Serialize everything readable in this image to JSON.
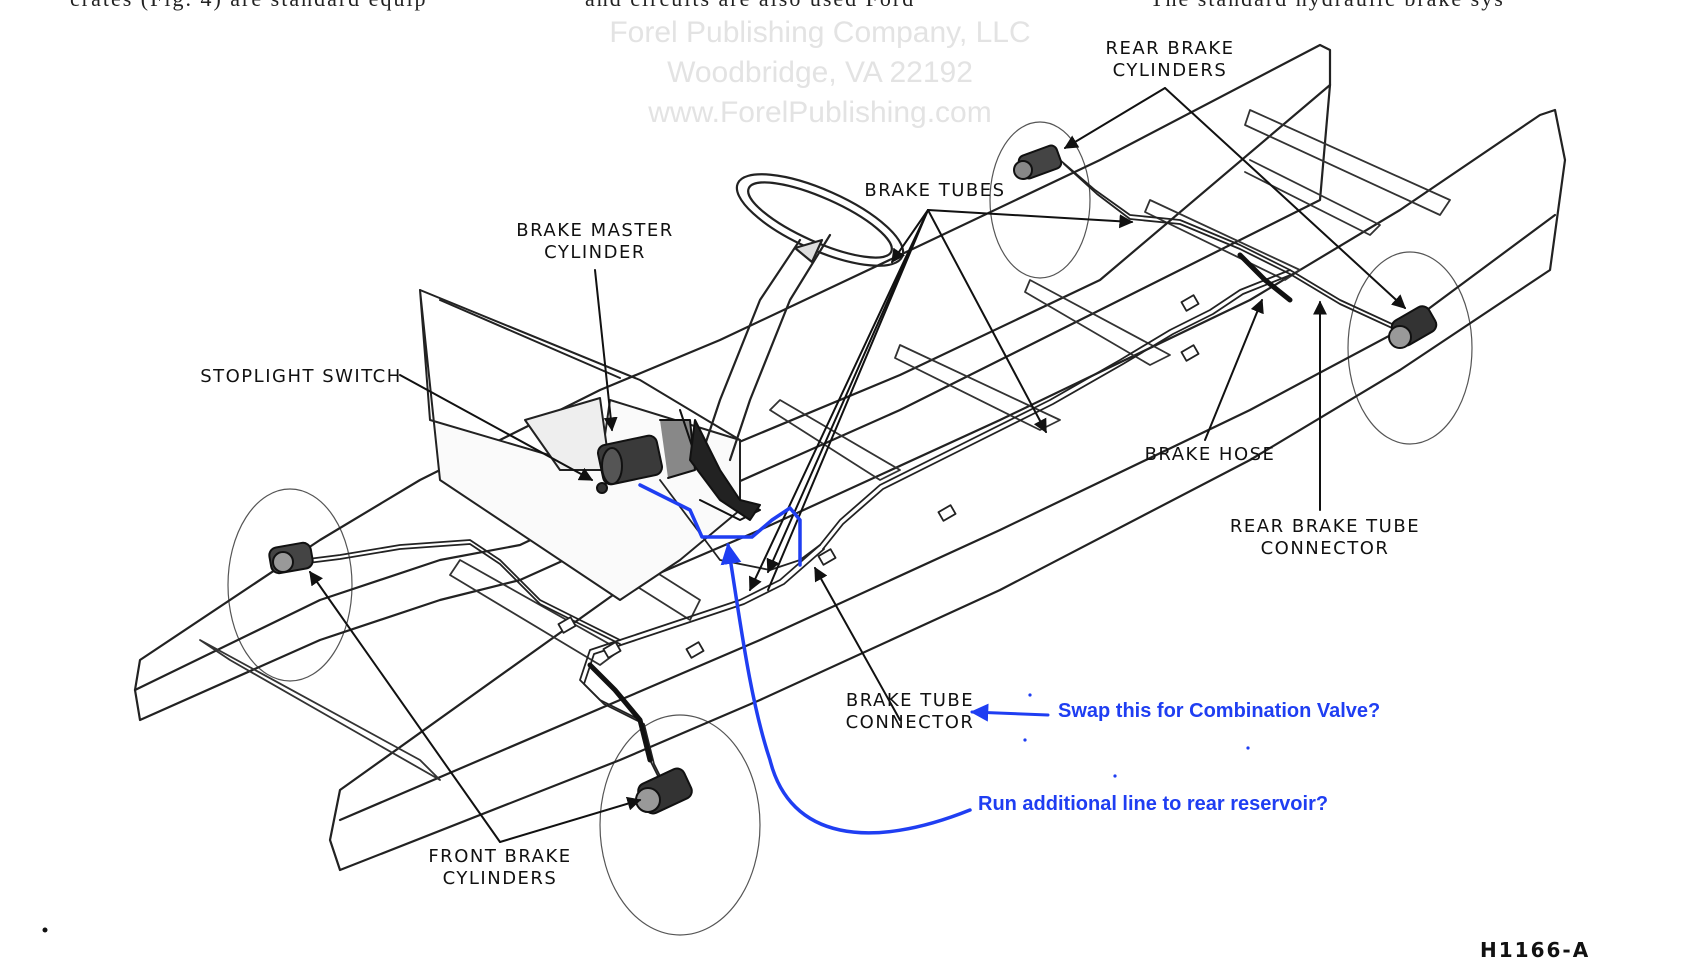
{
  "top_text": {
    "left": "crates (Fig. 4) are standard equip",
    "middle": "and circuits are also used Ford",
    "right": "The standard hydraulic brake sys"
  },
  "watermark": {
    "line1": "Forel Publishing Company, LLC",
    "line2": "Woodbridge, VA 22192",
    "line3": "www.ForelPublishing.com"
  },
  "labels": {
    "rear_brake_cylinders": "REAR BRAKE\nCYLINDERS",
    "brake_tubes": "BRAKE TUBES",
    "brake_master_cylinder": "BRAKE MASTER\nCYLINDER",
    "stoplight_switch": "STOPLIGHT SWITCH",
    "brake_hose": "BRAKE HOSE",
    "rear_brake_tube_connector": "REAR BRAKE TUBE\nCONNECTOR",
    "brake_tube_connector": "BRAKE TUBE\nCONNECTOR",
    "front_brake_cylinders": "FRONT BRAKE\nCYLINDERS"
  },
  "annotations": {
    "combination_valve": "Swap this for Combination Valve?",
    "rear_reservoir": "Run additional line to rear reservoir?",
    "color": "#1f3ef2"
  },
  "figure_code": "H1166-A"
}
